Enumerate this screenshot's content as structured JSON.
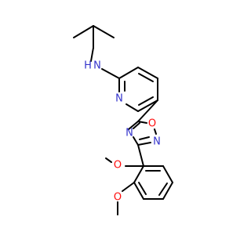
{
  "atom_labels": {
    "amine_n": "N",
    "amine_h": "H",
    "pyridine_n": "N",
    "oxadiazole_o": "O",
    "oxadiazole_n2": "N",
    "oxadiazole_n4": "N",
    "methoxy_o_upper": "O",
    "methoxy_o_lower": "O"
  },
  "colors": {
    "bond": "#000000",
    "nitrogen": "#3333cc",
    "oxygen": "#ff0d0d",
    "background": "#ffffff"
  }
}
